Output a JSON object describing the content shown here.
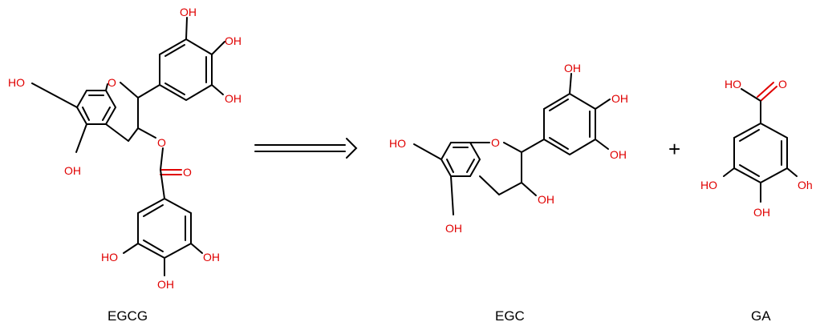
{
  "molecules": {
    "egcg": {
      "caption": "EGCG"
    },
    "egc": {
      "caption": "EGC"
    },
    "ga": {
      "caption": "GA"
    }
  },
  "atom_labels": {
    "hydroxyl": "OH",
    "hydroxyl_left": "HO",
    "hydroxyl_cut": "Oh",
    "ring_oxygen": "O"
  },
  "operators": {
    "plus": "+"
  },
  "colors": {
    "bond": "#000000",
    "heteroatom": "#e00000"
  }
}
